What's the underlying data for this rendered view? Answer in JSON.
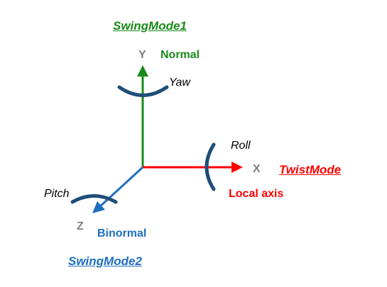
{
  "colors": {
    "y_axis": "#1a8a1a",
    "x_axis": "#ff0000",
    "z_axis": "#1f6fbf",
    "rotation_arc": "#1f4e79",
    "axis_letter": "#7f7f7f"
  },
  "modes": {
    "swing1": "SwingMode1",
    "twist": "TwistMode",
    "swing2": "SwingMode2"
  },
  "axes": {
    "y": {
      "letter": "Y",
      "name": "Normal",
      "rotation": "Yaw"
    },
    "x": {
      "letter": "X",
      "name": "Local axis",
      "rotation": "Roll"
    },
    "z": {
      "letter": "Z",
      "name": "Binormal",
      "rotation": "Pitch"
    }
  }
}
